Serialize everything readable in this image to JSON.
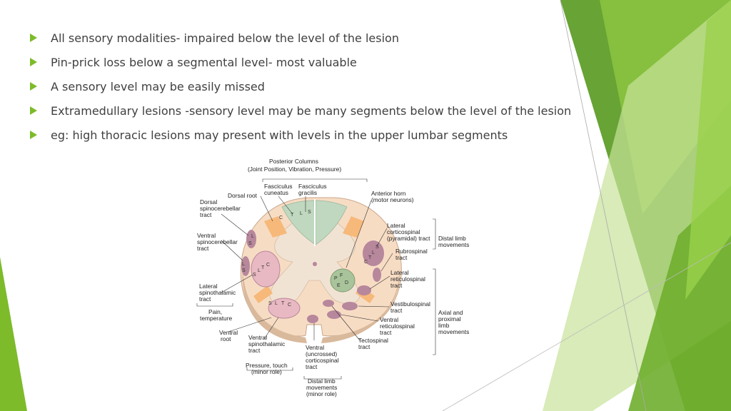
{
  "slide": {
    "accent_color": "#7dbb2a",
    "bullets": [
      {
        "text": "All sensory modalities- impaired below the level of the lesion"
      },
      {
        "text": "Pin-prick loss below a segmental level- most valuable"
      },
      {
        "text": "A sensory level may be easily missed"
      },
      {
        "text": "Extramedullary lesions -sensory level may be many segments below the level of the lesion"
      },
      {
        "text": "eg: high thoracic lesions may present with levels in the upper lumbar segments"
      }
    ]
  },
  "diagram": {
    "labels": {
      "posterior_columns_1": "Posterior Columns",
      "posterior_columns_2": "(Joint Position, Vibration, Pressure)",
      "fasc_cuneatus_1": "Fasciculus",
      "fasc_cuneatus_2": "cuneatus",
      "fasc_gracilis_1": "Fasciculus",
      "fasc_gracilis_2": "gracilis",
      "dorsal_root": "Dorsal root",
      "dorsal_spinocerebellar_1": "Dorsal",
      "dorsal_spinocerebellar_2": "spinocerebellar",
      "dorsal_spinocerebellar_3": "tract",
      "ventral_spinocerebellar_1": "Ventral",
      "ventral_spinocerebellar_2": "spinocerebellar",
      "ventral_spinocerebellar_3": "tract",
      "lateral_spinothalamic_1": "Lateral",
      "lateral_spinothalamic_2": "spinothalamic",
      "lateral_spinothalamic_3": "tract",
      "pain_temp_1": "Pain,",
      "pain_temp_2": "temperature",
      "ventral_root_1": "Ventral",
      "ventral_root_2": "root",
      "ventral_spinothalamic_1": "Ventral",
      "ventral_spinothalamic_2": "spinothalamic",
      "ventral_spinothalamic_3": "tract",
      "pressure_touch_1": "Pressure, touch",
      "pressure_touch_2": "(minor role)",
      "ventral_corticospinal_1": "Ventral",
      "ventral_corticospinal_2": "(uncrossed)",
      "ventral_corticospinal_3": "corticospinal",
      "ventral_corticospinal_4": "tract",
      "distal_limb_minor_1": "Distal limb",
      "distal_limb_minor_2": "movements",
      "distal_limb_minor_3": "(minor role)",
      "anterior_horn_1": "Anterior horn",
      "anterior_horn_2": "(motor neurons)",
      "lateral_corticospinal_1": "Lateral",
      "lateral_corticospinal_2": "corticospinal",
      "lateral_corticospinal_3": "(pyramidal) tract",
      "distal_limb_1": "Distal limb",
      "distal_limb_2": "movements",
      "rubrospinal_1": "Rubrospinal",
      "rubrospinal_2": "tract",
      "lateral_reticulospinal_1": "Lateral",
      "lateral_reticulospinal_2": "reticulospinal",
      "lateral_reticulospinal_3": "tract",
      "vestibulospinal_1": "Vestibulospinal",
      "vestibulospinal_2": "tract",
      "ventral_reticulospinal_1": "Ventral",
      "ventral_reticulospinal_2": "reticulospinal",
      "ventral_reticulospinal_3": "tract",
      "tectospinal_1": "Tectospinal",
      "tectospinal_2": "tract",
      "axial_1": "Axial and",
      "axial_2": "proximal",
      "axial_3": "limb",
      "axial_4": "movements"
    },
    "letters": {
      "c": "C",
      "t": "T",
      "l": "L",
      "s": "S",
      "p": "P",
      "f": "F",
      "e": "E",
      "d": "D"
    },
    "colors": {
      "cord_outer": "#f7dcc4",
      "grey_matter": "#f1e3d3",
      "posterior_columns": "#bfd8bf",
      "tracts": "#b7879c",
      "dorsal_root_band": "#f6b97a",
      "corticospinal": "#a9c49a"
    }
  }
}
